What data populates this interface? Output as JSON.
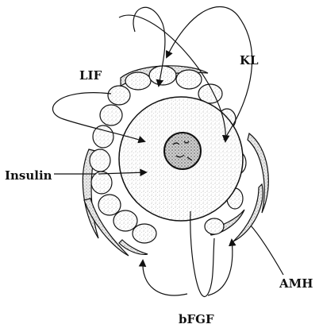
{
  "labels": {
    "lif": "LIF",
    "kl": "KL",
    "insulin": "Insulin",
    "amh": "AMH",
    "bfgf": "bFGF"
  },
  "colors": {
    "ink": "#111111",
    "stipple": "#9a9a9a",
    "background": "#ffffff"
  }
}
